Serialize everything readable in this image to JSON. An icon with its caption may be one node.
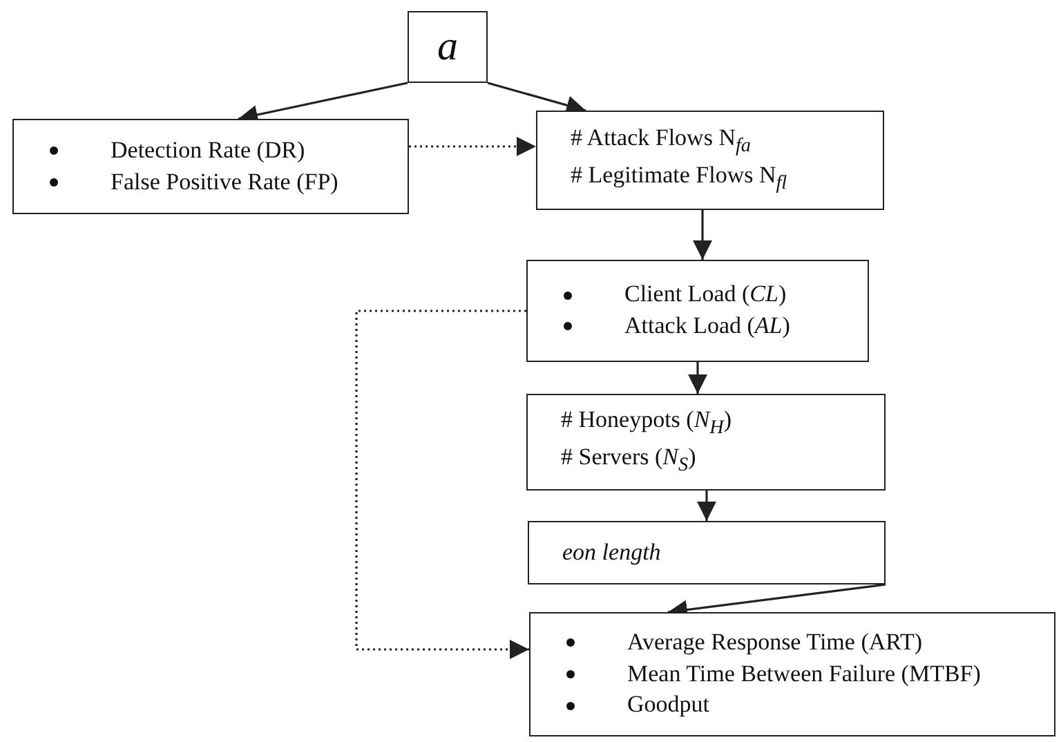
{
  "diagram": {
    "nodes": [
      {
        "text": [
          "a"
        ]
      },
      {
        "text": [
          "Detection Rate (DR)",
          "False Positive Rate (FP)"
        ]
      },
      {
        "text": [
          "# Attack Flows N$_{fa}$",
          "# Legitimate Flows N$_{fl}$"
        ]
      },
      {
        "text": [
          "Client Load (*CL*)",
          "Attack Load (*AL*)"
        ]
      },
      {
        "text": [
          "# Honeypots (*N*$_{H}$)",
          "# Servers (*N*$_{S}$)"
        ]
      },
      {
        "text": [
          "eon length"
        ]
      },
      {
        "text": [
          "Average Response Time (ART)",
          "Mean Time Between Failure (MTBF)",
          "Goodput"
        ]
      }
    ],
    "edges": [
      {
        "from": 0,
        "to": 1,
        "arrow": "to"
      },
      {
        "from": 0,
        "to": 2,
        "arrow": "to"
      },
      {
        "from": 1,
        "to": 2,
        "arrow": "to",
        "style": "dashed"
      },
      {
        "from": 2,
        "to": 3,
        "arrow": "to"
      },
      {
        "from": 3,
        "to": 4,
        "arrow": "to"
      },
      {
        "from": 4,
        "to": 5,
        "arrow": "to"
      },
      {
        "from": 5,
        "to": 6,
        "arrow": "to"
      },
      {
        "from": 3,
        "to": 6,
        "arrow": "to",
        "style": "dashed"
      }
    ]
  }
}
